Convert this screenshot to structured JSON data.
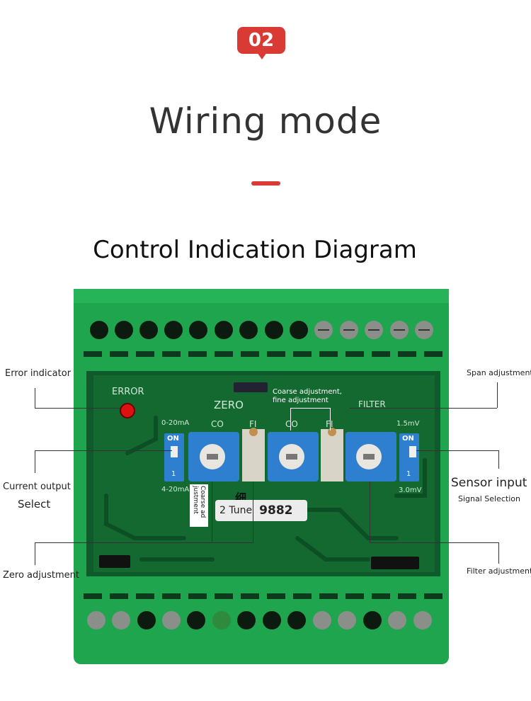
{
  "header": {
    "badge": "02",
    "title": "Wiring mode"
  },
  "subtitle": "Control Indication Diagram",
  "board_text": {
    "error": "ERROR",
    "zero": "ZERO",
    "co": "CO",
    "fi": "FI",
    "co2": "CO",
    "fi2": "FI",
    "filter": "FILTER",
    "ma_top": "0-20mA",
    "ma_bottom": "4-20mA",
    "mv_top": "1.5mV",
    "mv_bottom": "3.0mV",
    "on": "ON",
    "one": "1",
    "tune_left": "2 Tune",
    "tune_right": "9882",
    "chinese_mark": "细"
  },
  "labels": {
    "error_indicator": "Error indicator",
    "current_output": "Current output",
    "select": "Select",
    "zero_adjustment": "Zero adjustment",
    "span_adjustment": "Span adjustment",
    "sensor_input": "Sensor input",
    "signal_selection": "Signal Selection",
    "filter_adjustment": "Filter adjustment",
    "coarse_fine_line1": "Coarse adjustment,",
    "coarse_fine_line2": "fine adjustment",
    "coarse_vertical": "Coarse ad justment"
  }
}
